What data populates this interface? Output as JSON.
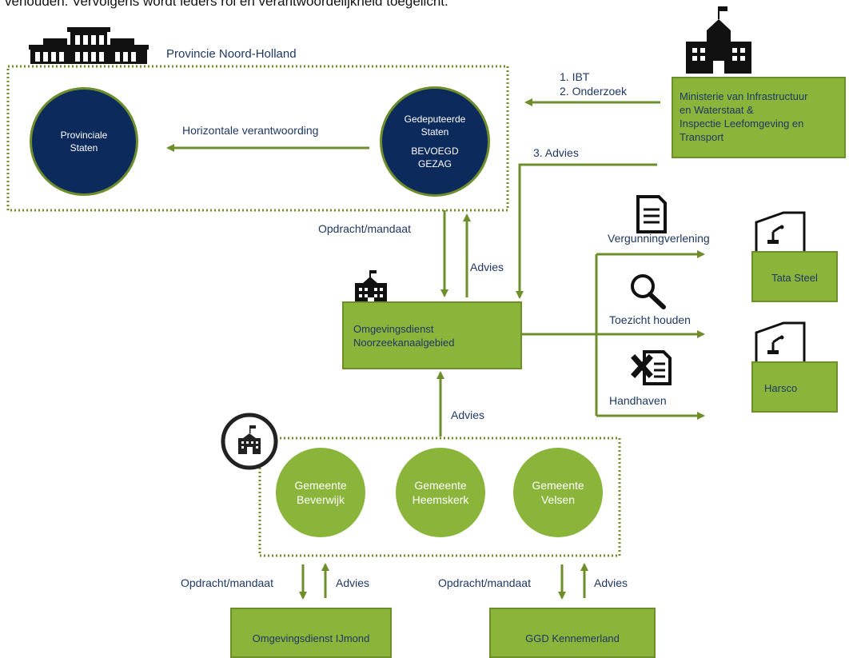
{
  "intro_text": "vehouden. Vervolgens wordt ieders rol en verantwoordelijkheid toegelicht.",
  "province": {
    "label": "Provincie Noord-Holland",
    "provinciale_staten": [
      "Provinciale",
      "Staten"
    ],
    "gedeputeerde_staten": [
      "Gedeputeerde",
      "Staten",
      "BEVOEGD",
      "GEZAG"
    ],
    "horizontal_label": "Horizontale verantwoording"
  },
  "ministry": {
    "lines": [
      "Ministerie van Infrastructuur",
      "en Waterstaat &",
      "Inspectie Leefomgeving en",
      "Transport"
    ],
    "arrow_labels": [
      "1. IBT",
      "2. Onderzoek"
    ],
    "advies_label": "3. Advies"
  },
  "gs_to_od": {
    "opdracht_label": "Opdracht/mandaat",
    "advies_label": "Advies"
  },
  "od_nzkg": {
    "lines": [
      "Omgevingsdienst",
      "Noorzeekanaalgebied"
    ]
  },
  "tasks": {
    "vergunning": "Vergunningverlening",
    "toezicht": "Toezicht houden",
    "handhaven": "Handhaven"
  },
  "companies": {
    "tata": "Tata Steel",
    "harsco": "Harsco"
  },
  "municipalities": {
    "advies_label": "Advies",
    "beverwijk": [
      "Gemeente",
      "Beverwijk"
    ],
    "heemskerk": [
      "Gemeente",
      "Heemskerk"
    ],
    "velsen": [
      "Gemeente",
      "Velsen"
    ]
  },
  "bottom": {
    "left_opdracht": "Opdracht/mandaat",
    "left_advies": "Advies",
    "right_opdracht": "Opdracht/mandaat",
    "right_advies": "Advies",
    "od_ijmond": "Omgevingsdienst IJmond",
    "ggd": "GGD Kennemerland"
  },
  "colors": {
    "green": "#8ab43a",
    "dark_green": "#6e8e2c",
    "navy": "#0d2a5c",
    "text_navy": "#1f3864"
  }
}
